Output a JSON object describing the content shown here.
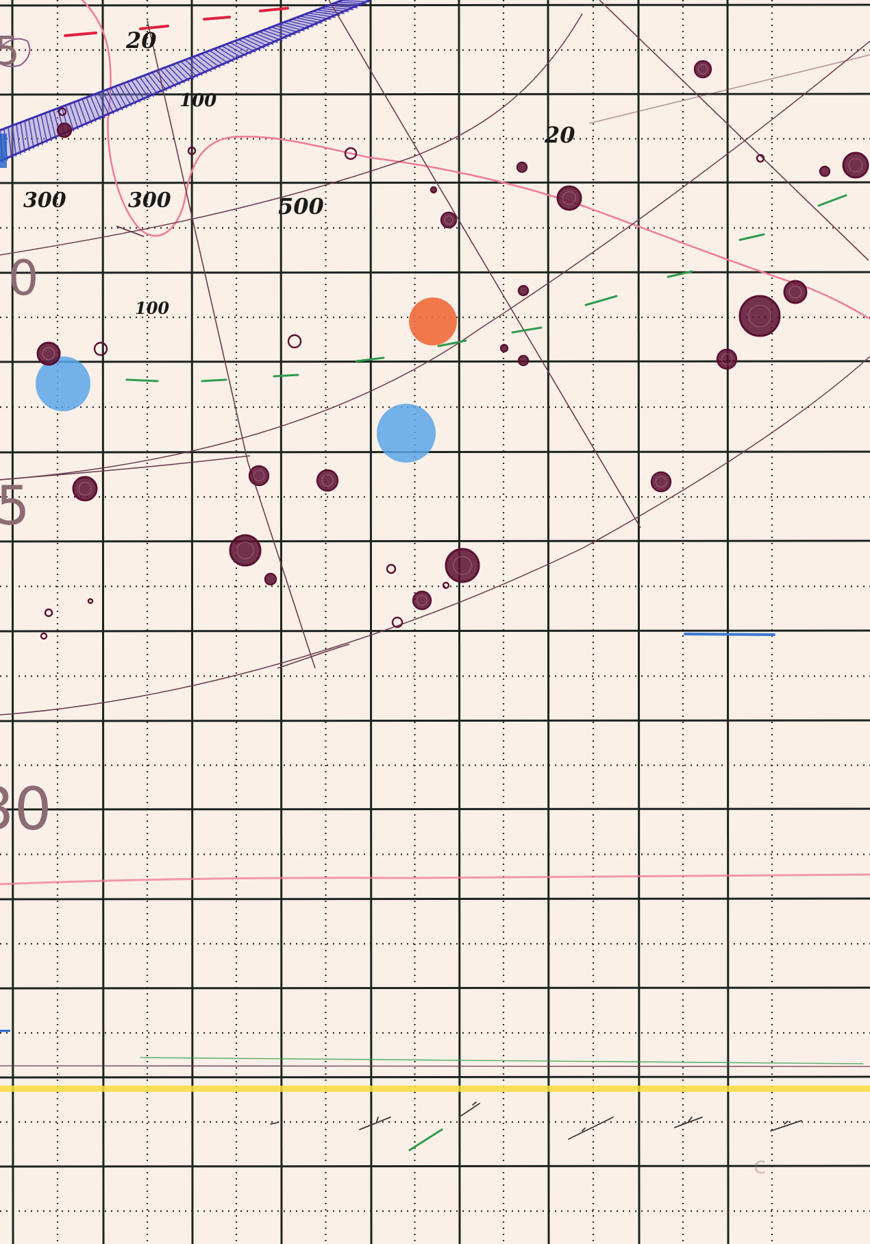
{
  "sheet": {
    "paper_color": "#fbf0e8",
    "grid_color": "#1c241f",
    "dot_grid_color": "#2a2a2a",
    "ink_colors": {
      "burgundy": "#5a1030",
      "blue_hatch": "#3a2fb0",
      "pink": "#f07a98",
      "red": "#e0203c",
      "green": "#2e9b4e",
      "light_blue": "#5aa6e8",
      "orange": "#f06a3a",
      "yellow": "#f7dc3c",
      "pencil": "#6a3a4e"
    },
    "labels": {
      "l20_top": "20",
      "l100_top": "100",
      "l20_right": "20",
      "l300_left": "300",
      "l300_mid": "300",
      "l500": "500",
      "l100_mid": "100",
      "edge_5_top": "5",
      "edge_0": "0",
      "edge_5_mid": "5",
      "edge_30": "30",
      "faint_c": "c"
    }
  }
}
